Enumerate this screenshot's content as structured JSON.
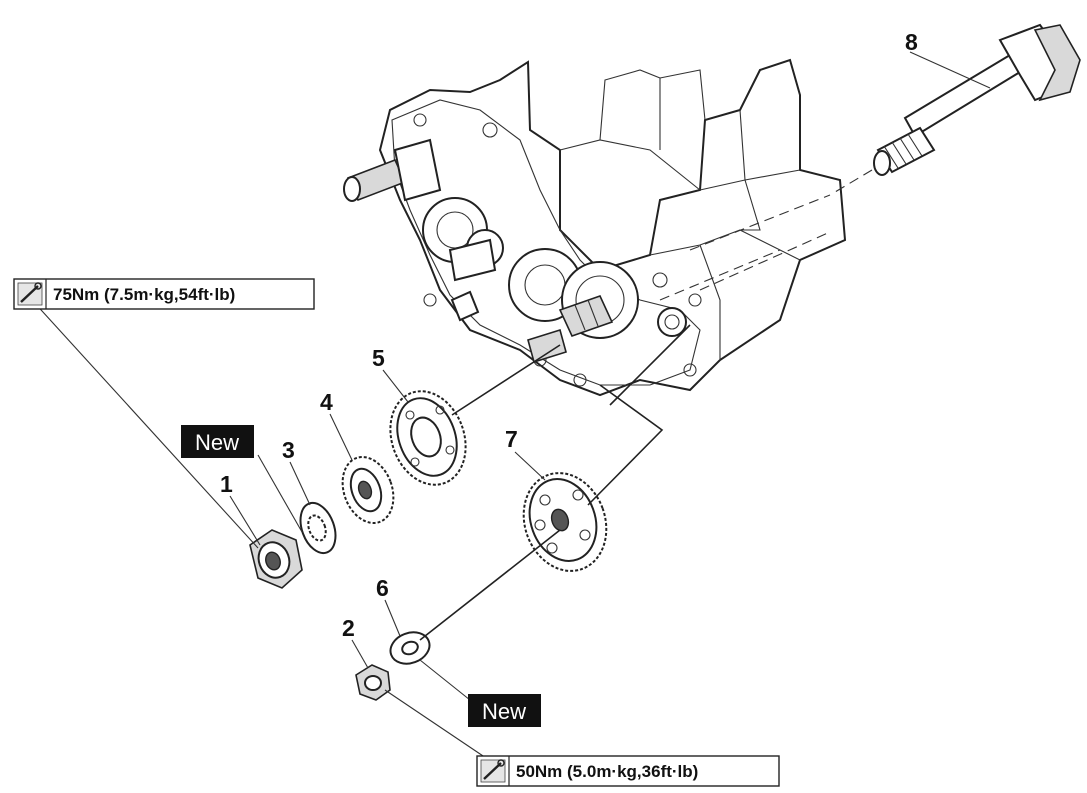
{
  "callouts": {
    "c1": "1",
    "c2": "2",
    "c3": "3",
    "c4": "4",
    "c5": "5",
    "c6": "6",
    "c7": "7",
    "c8": "8"
  },
  "torque": {
    "upper": "75Nm (7.5m·kg,54ft·lb)",
    "lower": "50Nm (5.0m·kg,36ft·lb)"
  },
  "badges": {
    "new_upper": "New",
    "new_lower": "New"
  },
  "icons": {
    "torque": "torque-wrench-icon"
  },
  "colors": {
    "ink": "#111111",
    "badge_bg": "#111111",
    "badge_text": "#ffffff"
  }
}
